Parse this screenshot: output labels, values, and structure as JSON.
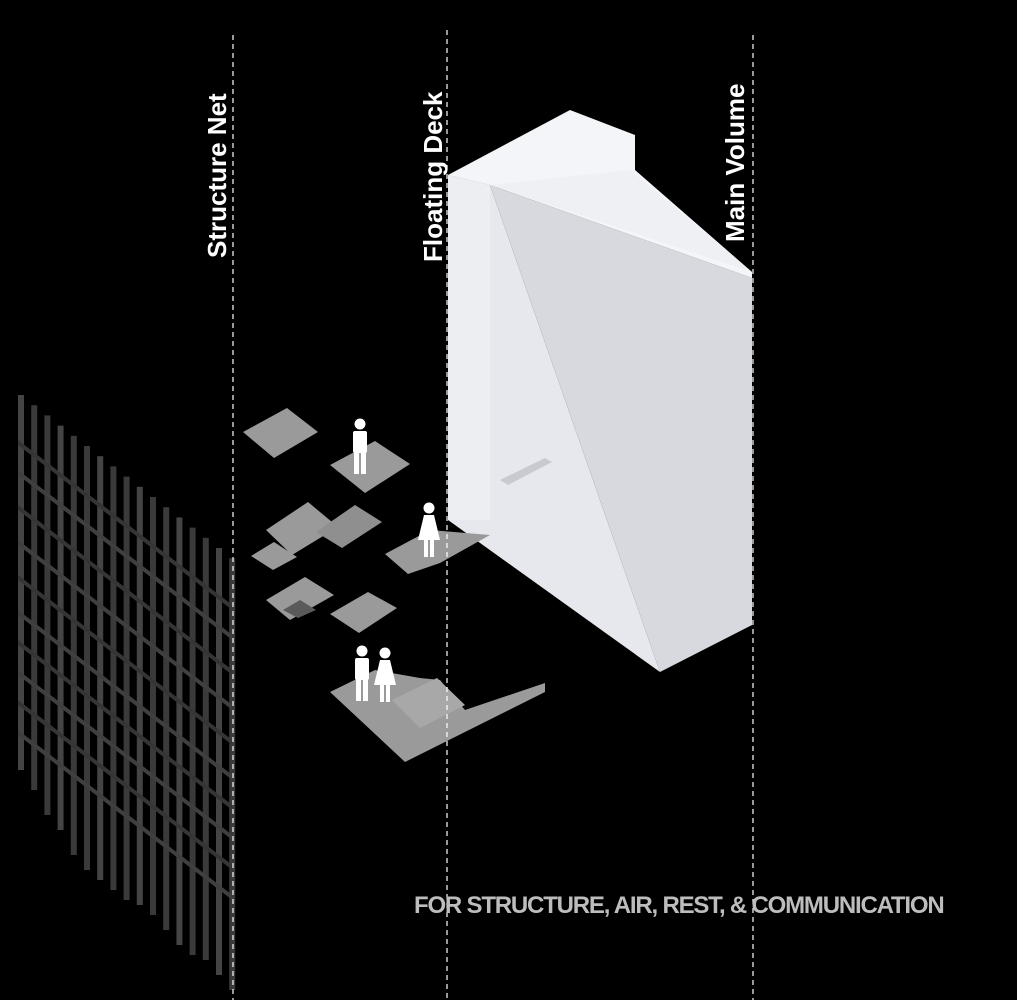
{
  "labels": {
    "structure_net": "Structure Net",
    "floating_deck": "Floating Deck",
    "main_volume": "Main Volume"
  },
  "caption": "FOR STRUCTURE, AIR, REST, & COMMUNICATION",
  "icons": [
    "man-figure-icon",
    "woman-figure-icon"
  ],
  "colors": {
    "background": "#000000",
    "volume_front": "#e6e7ec",
    "volume_side": "#d6d8de",
    "volume_top": "#f6f7fa",
    "deck": "#9a9a9a",
    "net": "#3a3a3a",
    "divider": "#ffffff",
    "caption": "#bdbdbd"
  }
}
